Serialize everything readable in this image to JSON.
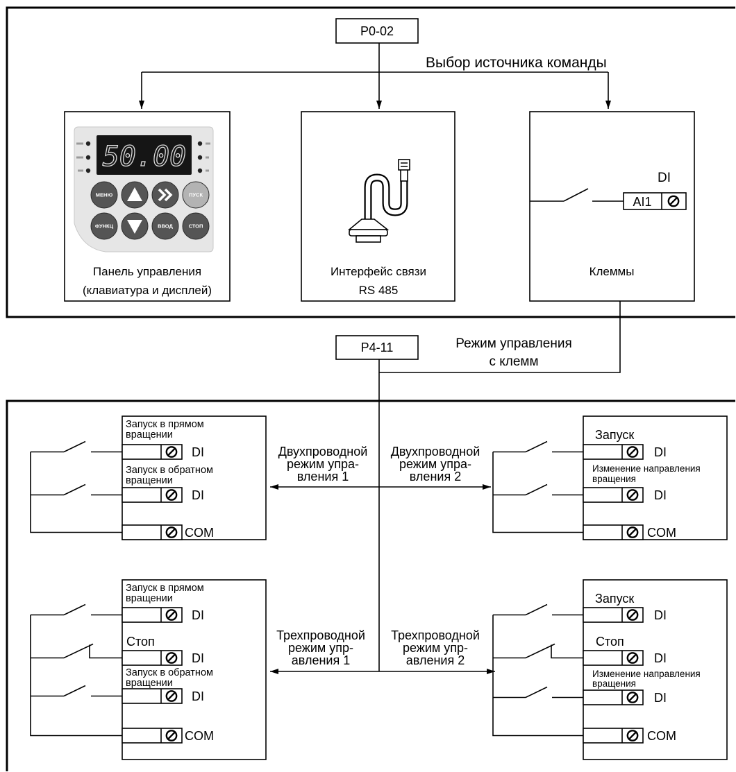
{
  "colors": {
    "line": "#000000",
    "background": "#ffffff",
    "keypad_body": "#e6e6e6",
    "display_bg": "#151515",
    "display_digits": "#dcdcdc",
    "button": "#555555",
    "start_button": "#b3b3b3"
  },
  "source_selection": {
    "param": "P0-02",
    "caption": "Выбор источника команды"
  },
  "keypad_panel": {
    "display_value": "50.00",
    "buttons": [
      {
        "label": "МЕНЮ"
      },
      {
        "icon": "up-arrow-icon"
      },
      {
        "icon": "double-chevron-right-icon"
      },
      {
        "label": "ПУСК"
      },
      {
        "label": "ФУНКЦ"
      },
      {
        "icon": "down-arrow-icon"
      },
      {
        "label": "ВВОД"
      },
      {
        "label": "СТОП"
      }
    ],
    "title": [
      "Панель управления",
      "(клавиатура и дисплей)"
    ]
  },
  "comm_interface": {
    "icon": "rs485-cable-icon",
    "title": [
      "Интерфейс связи",
      "RS 485"
    ]
  },
  "terminal_source": {
    "input_label": "DI",
    "analog_label": "AI1",
    "title": "Клеммы"
  },
  "terminal_mode": {
    "param": "P4-11",
    "caption": [
      "Режим управления",
      "с клемм"
    ]
  },
  "modes": [
    {
      "name": [
        "Двухпроводной",
        "режим упра-",
        "вления 1"
      ],
      "inputs": [
        {
          "label": [
            "Запуск в прямом",
            "вращении"
          ],
          "terminal": "DI"
        },
        {
          "label": [
            "Запуск в обратном",
            "вращении"
          ],
          "terminal": "DI"
        },
        {
          "terminal": "COM"
        }
      ]
    },
    {
      "name": [
        "Двухпроводной",
        "режим упра-",
        "вления 2"
      ],
      "inputs": [
        {
          "label": [
            "Запуск"
          ],
          "terminal": "DI"
        },
        {
          "label": [
            "Изменение направления",
            "вращения"
          ],
          "terminal": "DI"
        },
        {
          "terminal": "COM"
        }
      ]
    },
    {
      "name": [
        "Трехпроводной",
        "режим упр-",
        "авления 1"
      ],
      "inputs": [
        {
          "label": [
            "Запуск в прямом",
            "вращении"
          ],
          "terminal": "DI"
        },
        {
          "label": [
            "Стоп"
          ],
          "terminal": "DI"
        },
        {
          "label": [
            "Запуск в обратном",
            "вращении"
          ],
          "terminal": "DI"
        },
        {
          "terminal": "COM"
        }
      ]
    },
    {
      "name": [
        "Трехпроводной",
        "режим упр-",
        "авления 2"
      ],
      "inputs": [
        {
          "label": [
            "Запуск"
          ],
          "terminal": "DI"
        },
        {
          "label": [
            "Стоп"
          ],
          "terminal": "DI"
        },
        {
          "label": [
            "Изменение направления",
            "вращения"
          ],
          "terminal": "DI"
        },
        {
          "terminal": "COM"
        }
      ]
    }
  ]
}
